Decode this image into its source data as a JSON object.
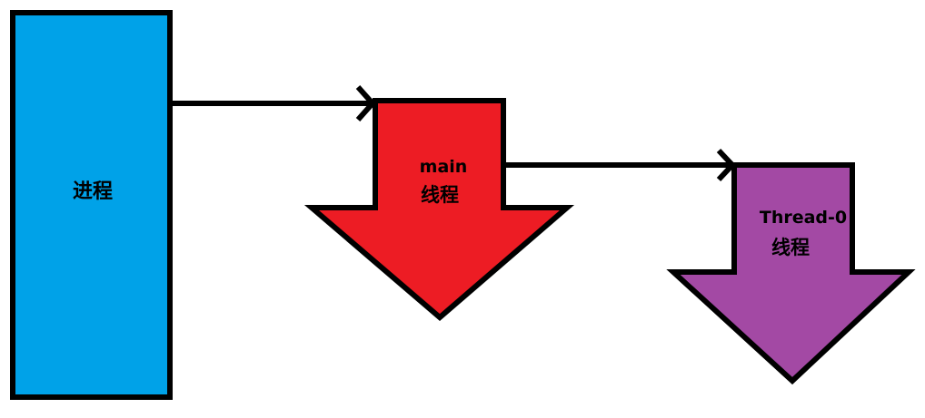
{
  "diagram": {
    "process": {
      "label": "进程",
      "color": "#00a2e8"
    },
    "main_thread": {
      "name": "main",
      "label": "线程",
      "color": "#ed1c24"
    },
    "worker_thread": {
      "name": "Thread-0",
      "label": "线程",
      "color": "#a349a4"
    },
    "stroke_color": "#000000",
    "background": "#ffffff"
  }
}
